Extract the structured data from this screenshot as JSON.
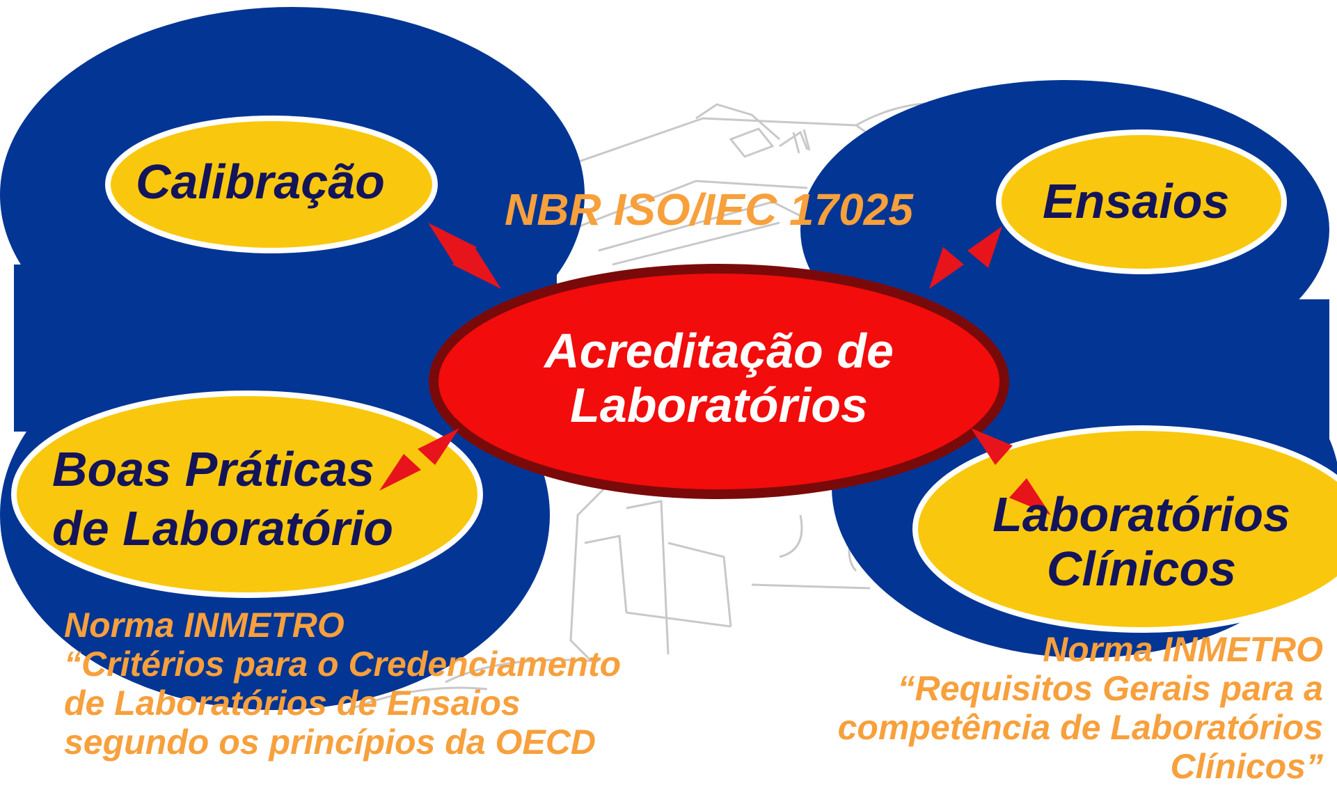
{
  "standard": "NBR ISO/IEC 17025",
  "center": {
    "line1": "Acreditação  de",
    "line2": "Laboratórios"
  },
  "nodes": {
    "calibracao": "Calibração",
    "ensaios": "Ensaios",
    "boas_praticas": {
      "line1": "Boas Práticas",
      "line2": "de Laboratório"
    },
    "lab_clinicos": {
      "line1": "Laboratórios",
      "line2": "Clínicos"
    }
  },
  "notes": {
    "left": {
      "line1": "Norma INMETRO",
      "line2": "“Critérios para o Credenciamento",
      "line3": "de Laboratórios de Ensaios",
      "line4": "segundo os princípios da OECD"
    },
    "right": {
      "line1": "Norma INMETRO",
      "line2": "“Requisitos Gerais para a",
      "line3": "competência de Laboratórios",
      "line4": "Clínicos”"
    }
  },
  "colors": {
    "blob": "#033594",
    "node_fill": "#f9c80e",
    "center_fill": "#f20c0c",
    "center_border": "#7a0a0a",
    "arrow": "#e8141c",
    "text_navy": "#14145a",
    "text_orange": "#f7a03c",
    "watermark": "#c8c8c8"
  },
  "icons": {
    "arrow": "double-headed-arrow-icon",
    "watermark": "building-sketch-watermark"
  }
}
